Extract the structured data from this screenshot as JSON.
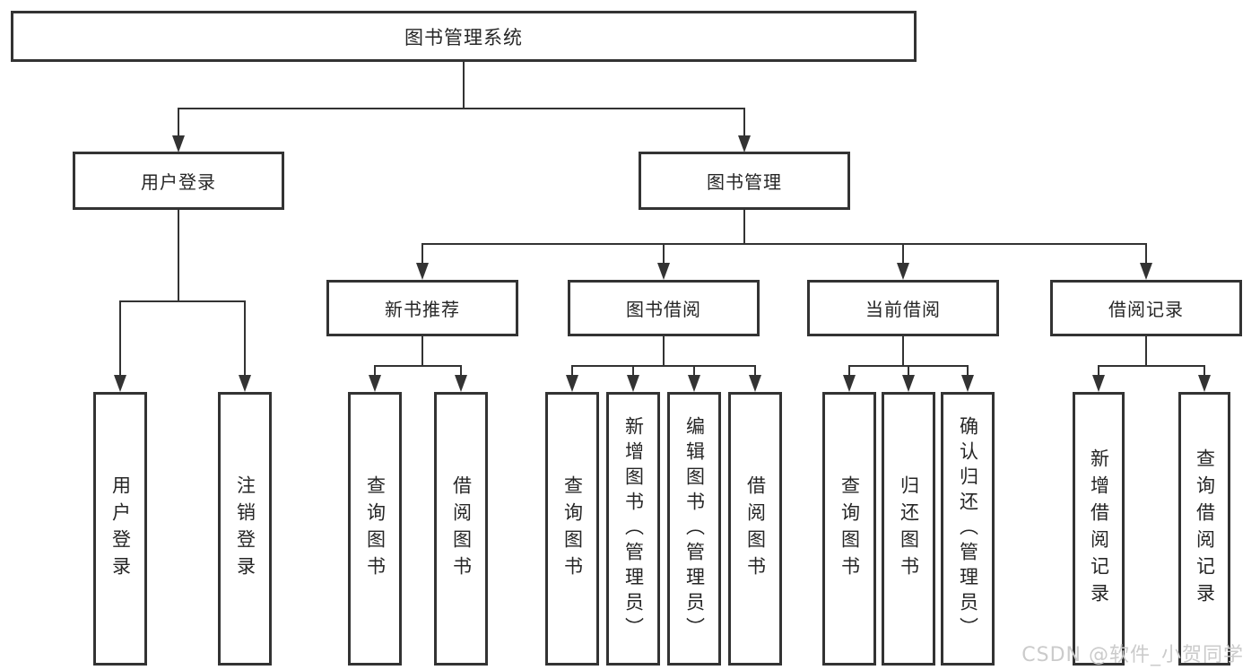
{
  "tree": {
    "root": "图书管理系统",
    "level2": [
      "用户登录",
      "图书管理"
    ],
    "login_children": [
      "用户登录",
      "注销登录"
    ],
    "level3": [
      "新书推荐",
      "图书借阅",
      "当前借阅",
      "借阅记录"
    ],
    "new_book_children": [
      "查询图书",
      "借阅图书"
    ],
    "book_borrow_children": [
      "查询图书",
      "新增图书（管理员）",
      "编辑图书（管理员）",
      "借阅图书"
    ],
    "current_borrow_children": [
      "查询图书",
      "归还图书",
      "确认归还（管理员）"
    ],
    "borrow_record_children": [
      "新增借阅记录",
      "查询借阅记录"
    ]
  },
  "watermark": "CSDN @软件_小贺同学",
  "colors": {
    "line": "#333333",
    "box_border": "#333333",
    "text": "#262626",
    "background": "#ffffff",
    "watermark": "#cbcbcb"
  }
}
